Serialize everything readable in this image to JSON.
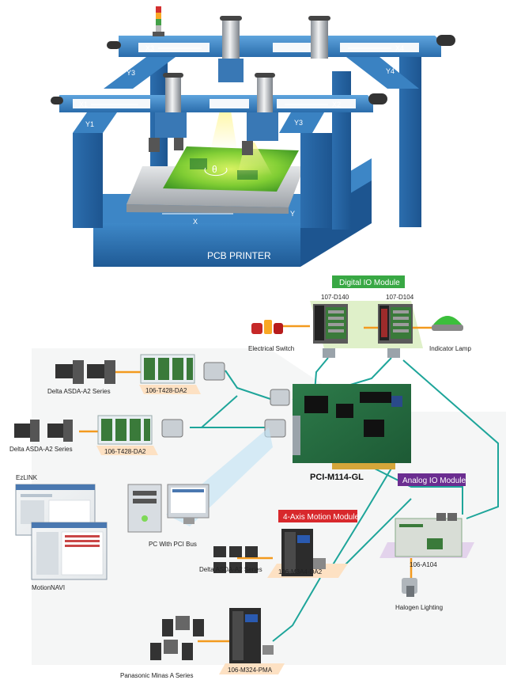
{
  "printer": {
    "title": "PCB PRINTER",
    "axes": {
      "x1": "X1",
      "x2": "X2",
      "x3": "X3",
      "x4": "X4",
      "y1": "Y1",
      "y3a": "Y3",
      "y3b": "Y3",
      "y4": "Y4",
      "x": "X",
      "y": "Y",
      "theta": "θ"
    }
  },
  "modules": {
    "digital_io": "Digital IO Module",
    "analog_io": "Analog IO Module",
    "motion": "4-Axis Motion Module"
  },
  "devices": {
    "d140": "107-D140",
    "d104": "107-D104",
    "electrical_switch": "Electrical Switch",
    "indicator_lamp": "Indicator Lamp",
    "delta_top": "Delta ASDA-A2 Series",
    "delta_mid": "Delta ASDA-A2 Series",
    "t428_top": "106-T428-DA2",
    "t428_mid": "106-T428-DA2",
    "pci_card": "PCI-M114-GL",
    "ezlink": "EzLINK",
    "motionnavi": "MotionNAVI",
    "pc": "PC With PCI Bus",
    "a104": "106-A104",
    "halogen": "Halogen Lighting",
    "delta_bottom": "Delta ASDA-A2 Series",
    "m3a4": "106-M3A4-DA2",
    "panasonic": "Panasonic Minas A Series",
    "m324": "106-M324-PMA"
  },
  "colors": {
    "frame": "#2f77b8",
    "frame_dark": "#1f5a94",
    "frame_light": "#5fa3dc",
    "green_label": "#38a844",
    "purple_label": "#6b2d90",
    "red_label": "#d8282c",
    "cable": "#1ea59a",
    "orange": "#f39a1e"
  }
}
